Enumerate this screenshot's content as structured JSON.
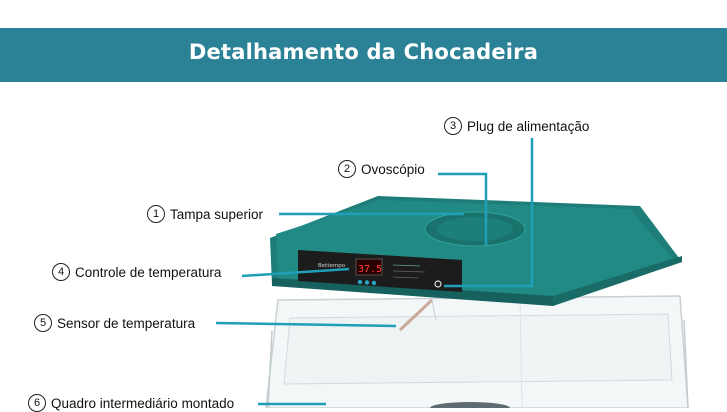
{
  "header": {
    "title": "Detalhamento da Chocadeira",
    "background": "#2b8296"
  },
  "colors": {
    "leader_line": "#1f9fb8",
    "lid": "#1e7d78",
    "panel": "#1c1c1c"
  },
  "device": {
    "brand_label": "Bettempo",
    "display_value": "37.5"
  },
  "callouts": [
    {
      "number": "1",
      "label": "Tampa superior"
    },
    {
      "number": "2",
      "label": "Ovoscópio"
    },
    {
      "number": "3",
      "label": "Plug de alimentação"
    },
    {
      "number": "4",
      "label": "Controle de temperatura"
    },
    {
      "number": "5",
      "label": "Sensor de temperatura"
    },
    {
      "number": "6",
      "label": "Quadro intermediário montado"
    }
  ]
}
